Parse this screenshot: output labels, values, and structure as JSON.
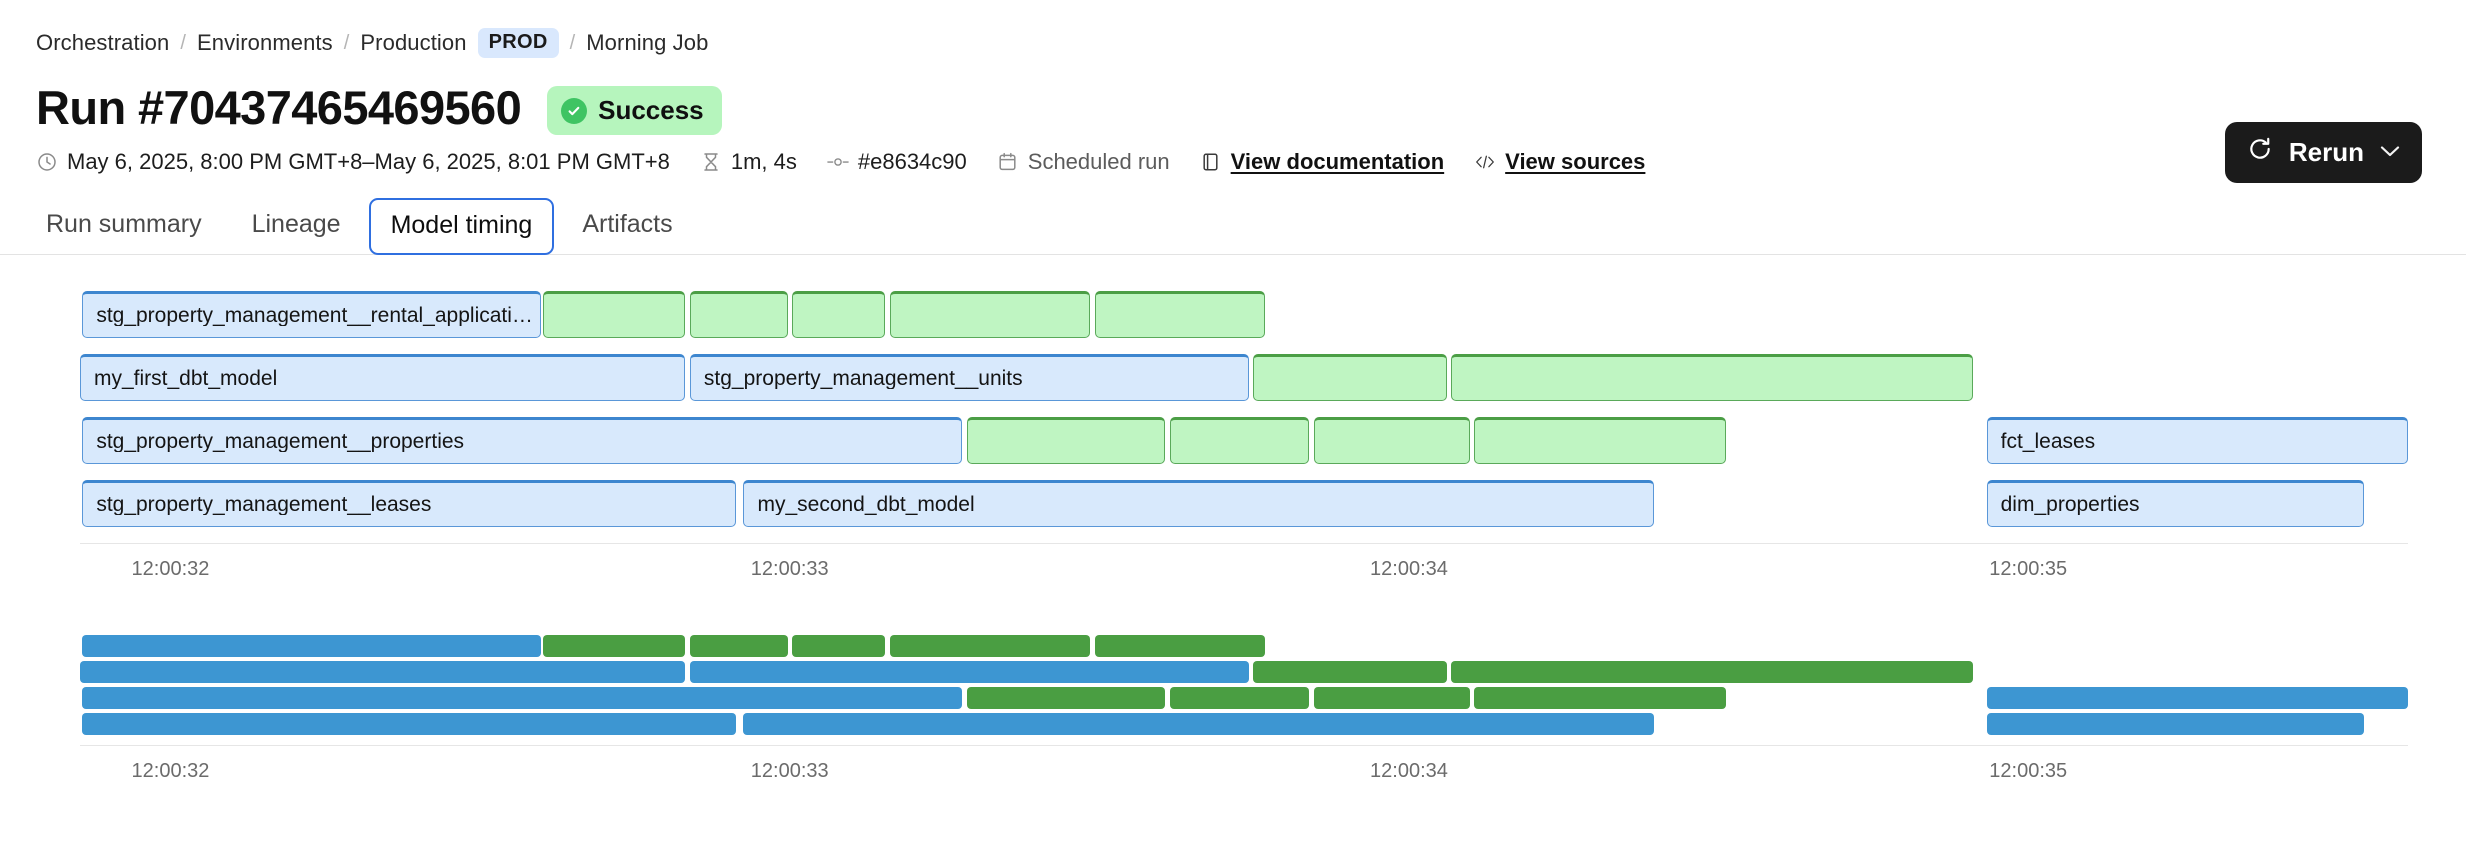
{
  "breadcrumb": {
    "items": [
      {
        "label": "Orchestration",
        "type": "link"
      },
      {
        "label": "Environments",
        "type": "link"
      },
      {
        "label": "Production",
        "type": "link"
      },
      {
        "label": "PROD",
        "type": "tag"
      },
      {
        "label": "Morning Job",
        "type": "current"
      }
    ],
    "separator": "/"
  },
  "header": {
    "title": "Run #70437465469560",
    "status": "Success",
    "status_color": "#b6f5bd",
    "rerun_label": "Rerun",
    "rerun_chevron": "⌄"
  },
  "meta": {
    "timerange": "May 6, 2025, 8:00 PM GMT+8–May 6, 2025, 8:01 PM GMT+8",
    "duration": "1m, 4s",
    "commit": "#e8634c90",
    "trigger": "Scheduled run",
    "documentation_link": "View documentation",
    "sources_link": "View sources"
  },
  "tabs": [
    {
      "label": "Run summary",
      "active": false
    },
    {
      "label": "Lineage",
      "active": false
    },
    {
      "label": "Model timing",
      "active": true
    },
    {
      "label": "Artifacts",
      "active": false
    }
  ],
  "chart_data": {
    "type": "bar",
    "title": "Model timing",
    "xlabel": "",
    "ylabel": "",
    "grid": false,
    "legend": "none",
    "axis_ticks": [
      {
        "label": "12:00:32",
        "pct": 2.3
      },
      {
        "label": "12:00:33",
        "pct": 28.9
      },
      {
        "label": "12:00:34",
        "pct": 55.5
      },
      {
        "label": "12:00:35",
        "pct": 82.1
      }
    ],
    "colors": {
      "model_fill": "#d8e9fc",
      "model_border": "#3d86cf",
      "test_fill": "#bff5c2",
      "test_border": "#4b9e45",
      "model_solid": "#3d96d2",
      "test_solid": "#4a9e42"
    },
    "rows": [
      {
        "index": 0,
        "bars": [
          {
            "label": "stg_property_management__rental_applications",
            "kind": "model",
            "start_pct": 0.1,
            "width_pct": 19.7
          },
          {
            "label": "",
            "kind": "test",
            "start_pct": 19.9,
            "width_pct": 6.1
          },
          {
            "label": "",
            "kind": "test",
            "start_pct": 26.2,
            "width_pct": 4.2
          },
          {
            "label": "",
            "kind": "test",
            "start_pct": 30.6,
            "width_pct": 4.0
          },
          {
            "label": "",
            "kind": "test",
            "start_pct": 34.8,
            "width_pct": 8.6
          },
          {
            "label": "",
            "kind": "test",
            "start_pct": 43.6,
            "width_pct": 7.3
          }
        ]
      },
      {
        "index": 1,
        "bars": [
          {
            "label": "my_first_dbt_model",
            "kind": "model",
            "start_pct": 0.0,
            "width_pct": 26.0
          },
          {
            "label": "stg_property_management__units",
            "kind": "model",
            "start_pct": 26.2,
            "width_pct": 24.0
          },
          {
            "label": "",
            "kind": "test",
            "start_pct": 50.4,
            "width_pct": 8.3
          },
          {
            "label": "",
            "kind": "test",
            "start_pct": 58.9,
            "width_pct": 22.4
          }
        ]
      },
      {
        "index": 2,
        "bars": [
          {
            "label": "stg_property_management__properties",
            "kind": "model",
            "start_pct": 0.1,
            "width_pct": 37.8
          },
          {
            "label": "",
            "kind": "test",
            "start_pct": 38.1,
            "width_pct": 8.5
          },
          {
            "label": "",
            "kind": "test",
            "start_pct": 46.8,
            "width_pct": 6.0
          },
          {
            "label": "",
            "kind": "test",
            "start_pct": 53.0,
            "width_pct": 6.7
          },
          {
            "label": "",
            "kind": "test",
            "start_pct": 59.9,
            "width_pct": 10.8
          },
          {
            "label": "fct_leases",
            "kind": "model",
            "start_pct": 81.9,
            "width_pct": 18.1
          }
        ]
      },
      {
        "index": 3,
        "bars": [
          {
            "label": "stg_property_management__leases",
            "kind": "model",
            "start_pct": 0.1,
            "width_pct": 28.1
          },
          {
            "label": "my_second_dbt_model",
            "kind": "model",
            "start_pct": 28.5,
            "width_pct": 39.1
          },
          {
            "label": "dim_properties",
            "kind": "model",
            "start_pct": 81.9,
            "width_pct": 16.2
          }
        ]
      }
    ]
  }
}
